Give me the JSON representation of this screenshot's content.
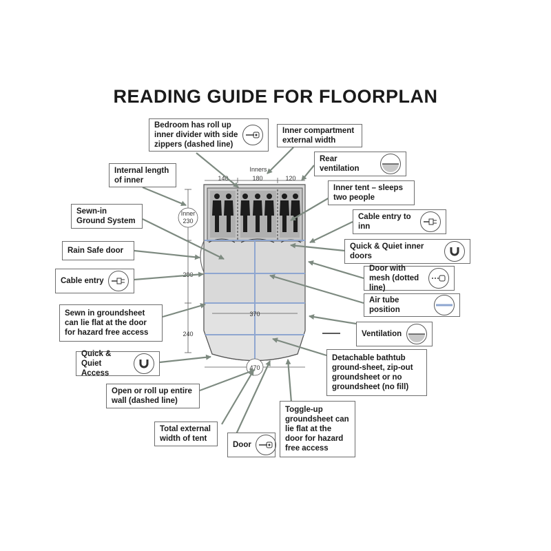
{
  "title": "READING GUIDE FOR FLOORPLAN",
  "labels": {
    "bedroom_divider": "Bedroom has roll up inner divider with side zippers (dashed line)",
    "inner_external_width": "Inner compartment external width",
    "rear_ventilation": "Rear ventilation",
    "internal_length": "Internal length of inner",
    "inner_tent": "Inner tent – sleeps two people",
    "sewn_in_ground": "Sewn-in Ground System",
    "cable_entry_inner": "Cable entry to inn",
    "rain_safe_door": "Rain Safe door",
    "quiet_inner_doors": "Quick & Quiet inner doors",
    "cable_entry": "Cable entry",
    "door_with_mesh": "Door with mesh (dotted line)",
    "sewn_groundsheet": "Sewn in groundsheet can lie flat at the door for hazard free access",
    "air_tube": "Air tube position",
    "ventilation": "Ventilation",
    "quiet_access": "Quick & Quiet Access",
    "bathtub": "Detachable bathtub ground-sheet, zip-out groundsheet or no groundsheet (no fill)",
    "open_wall": "Open or roll up entire wall (dashed line)",
    "total_width": "Total external width of tent",
    "door": "Door",
    "toggle_groundsheet": "Toggle-up groundsheet can lie flat at the door for hazard free access"
  },
  "dimensions": {
    "inners_label": "Inners",
    "w140": "140",
    "w180": "180",
    "w120": "120",
    "inner_label": "Inner",
    "inner_length": "230",
    "h290": "290",
    "h240": "240",
    "w370": "370",
    "w470": "470"
  },
  "icons": {
    "bedroom_divider": "zipper-icon",
    "rear_ventilation": "vent-icon",
    "cable_entry_inner": "plug-icon",
    "quiet_inner_doors": "magnet-icon",
    "cable_entry": "plug-icon",
    "door_with_mesh": "mesh-zipper-icon",
    "air_tube": "air-tube-icon",
    "ventilation": "vent-icon",
    "quiet_access": "magnet-icon",
    "door": "zipper-icon"
  },
  "colors": {
    "floor_grey": "#d4d4d4",
    "tube_blue": "#8ea6d0",
    "line_grey": "#7d8a80"
  }
}
